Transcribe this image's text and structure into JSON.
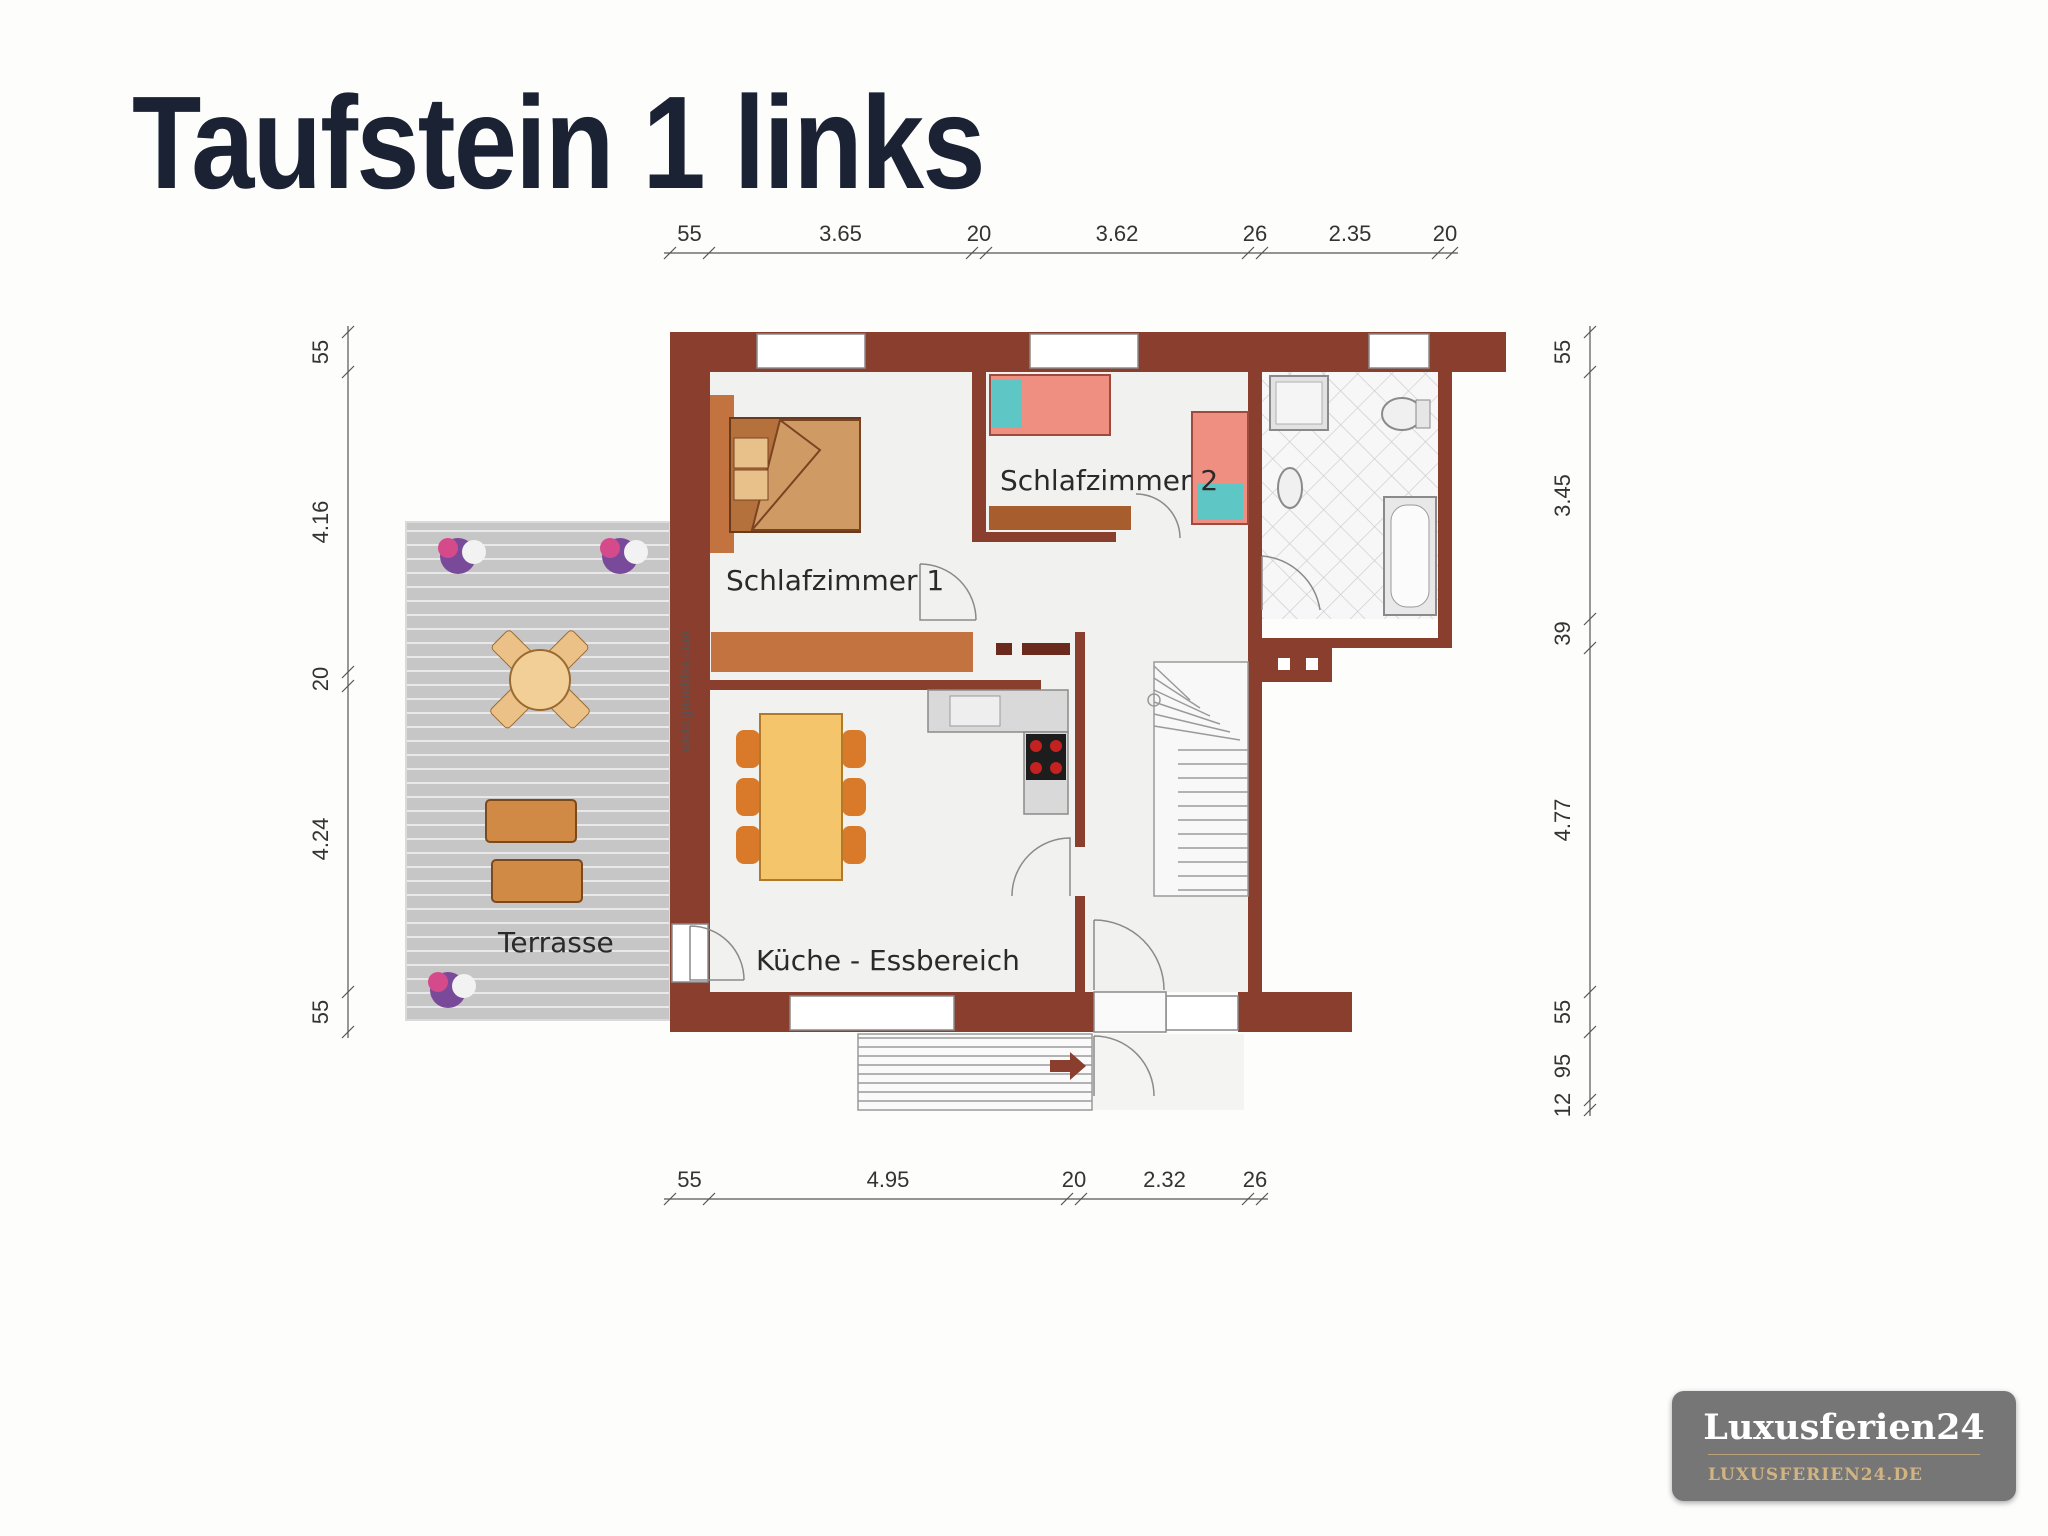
{
  "title": "Taufstein 1 links",
  "colors": {
    "wall": "#8a3e2e",
    "floor": "#f1f1ef",
    "terrace": "#c9c9c9",
    "title": "#1b2233",
    "bath_tile": "#f6f6f6"
  },
  "dimensions": {
    "top": [
      "55",
      "3.65",
      "20",
      "3.62",
      "26",
      "2.35",
      "20"
    ],
    "bottom": [
      "55",
      "4.95",
      "20",
      "2.32",
      "26"
    ],
    "left": [
      "55",
      "4.16",
      "20",
      "4.24",
      "55"
    ],
    "right": [
      "55",
      "3.45",
      "39",
      "4.77",
      "55",
      "95",
      "12"
    ]
  },
  "rooms": {
    "bedroom1": "Schlafzimmer 1",
    "bedroom2": "Schlafzimmer 2",
    "kitchen": "Küche - Essbereich",
    "terrace": "Terrasse"
  },
  "watermark": "www.grundriss.com",
  "logo": {
    "name": "Luxusferien24",
    "url": "LUXUSFERIEN24.DE"
  },
  "icons": [
    "double-bed-icon",
    "single-bed-icon",
    "dining-table-icon",
    "round-table-icon",
    "sun-lounger-icon",
    "flower-pot-icon",
    "stair-icon",
    "bathtub-icon",
    "toilet-icon",
    "sink-icon",
    "shower-icon",
    "stove-icon",
    "entry-arrow-icon"
  ]
}
